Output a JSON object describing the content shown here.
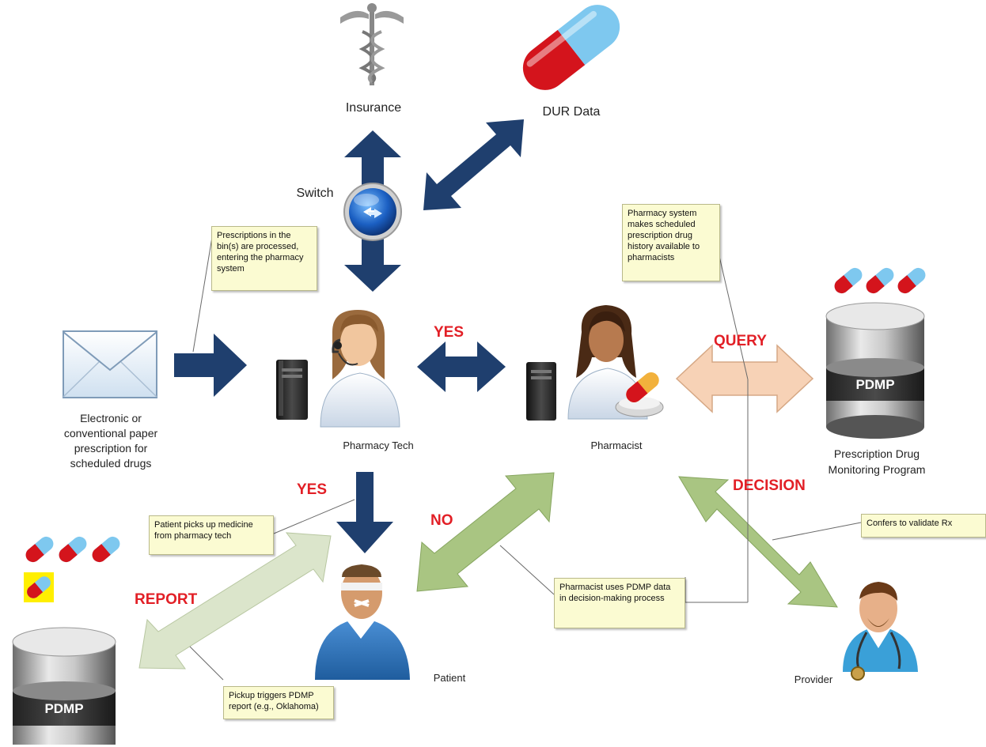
{
  "labels": {
    "insurance": "Insurance",
    "dur_data": "DUR Data",
    "switch": "Switch",
    "electronic_prescription": "Electronic or conventional paper prescription for scheduled drugs",
    "pharmacy_tech": "Pharmacy Tech",
    "pharmacist": "Pharmacist",
    "pdmp_program": "Prescription Drug Monitoring Program",
    "patient": "Patient",
    "provider": "Provider",
    "pdmp_db_right": "PDMP",
    "pdmp_db_left": "PDMP"
  },
  "flow_labels": {
    "yes_top": "YES",
    "yes_down": "YES",
    "no": "NO",
    "query": "QUERY",
    "decision": "DECISION",
    "report": "REPORT"
  },
  "notes": {
    "bins_processed": "Prescriptions in the bin(s) are processed, entering the pharmacy system",
    "history_available": "Pharmacy system makes scheduled prescription drug history available to pharmacists",
    "patient_pickup": "Patient picks up medicine from pharmacy tech",
    "pharmacist_uses": "Pharmacist uses PDMP data in decision-making process",
    "confers": "Confers to validate Rx",
    "pickup_triggers": "Pickup triggers PDMP report (e.g., Oklahoma)"
  },
  "colors": {
    "dark_arrow": "#1f3f6e",
    "green_arrow": "#a9c582",
    "query_arrow": "#f7d2b6",
    "flow_text": "#e21f26",
    "note_bg": "#fbfbd2"
  }
}
